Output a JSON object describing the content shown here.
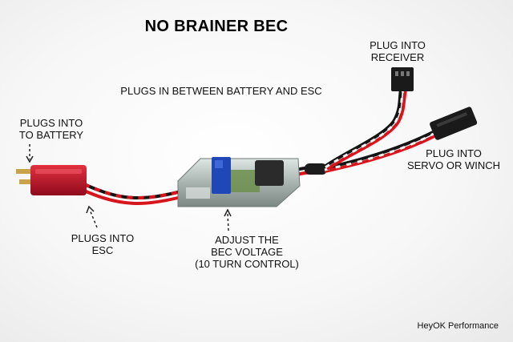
{
  "title": "NO BRAINER BEC",
  "subtitle": "PLUGS IN BETWEEN BATTERY AND ESC",
  "labels": {
    "battery": [
      "PLUGS INTO",
      "TO BATTERY"
    ],
    "esc": [
      "PLUGS INTO",
      "ESC"
    ],
    "adjust": [
      "ADJUST THE",
      "BEC VOLTAGE",
      "(10 TURN CONTROL)"
    ],
    "receiver": [
      "PLUG INTO",
      "RECEIVER"
    ],
    "servo": [
      "PLUG INTO",
      "SERVO OR WINCH"
    ]
  },
  "credit": "HeyOK Performance",
  "colors": {
    "connector_red": "#c8102e",
    "wire_red": "#d8141c",
    "wire_black": "#141414",
    "wire_white": "#f2f2f2",
    "potentiometer_blue": "#1f47b8",
    "heatshrink_clear": "#b9c3bf"
  }
}
